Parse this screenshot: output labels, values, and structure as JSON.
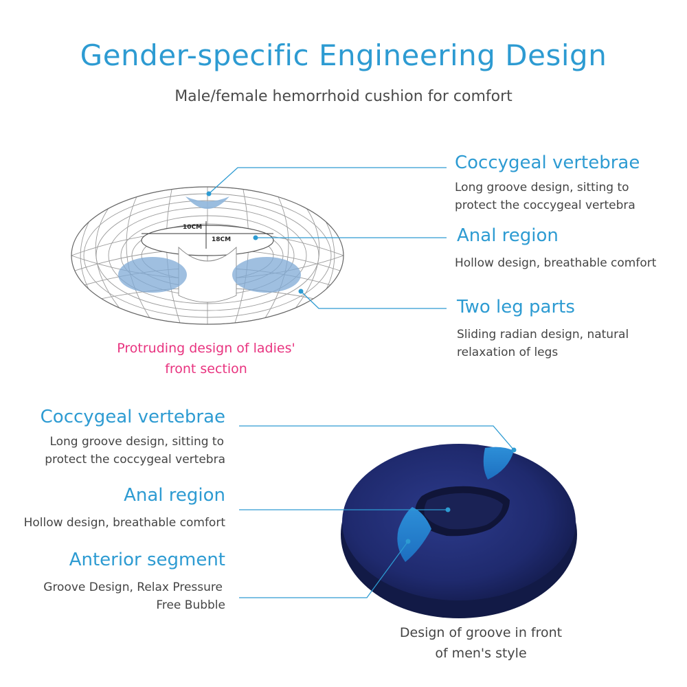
{
  "header": {
    "title": "Gender-specific Engineering Design",
    "subtitle": "Male/female hemorrhoid cushion for comfort"
  },
  "female": {
    "dim_width": "10CM",
    "dim_length": "18CM",
    "caption_line1": "Protruding design of ladies'",
    "caption_line2": "front section",
    "features": [
      {
        "title": "Coccygeal vertebrae",
        "desc_line1": "Long groove design, sitting to",
        "desc_line2": "protect the coccygeal vertebra"
      },
      {
        "title": "Anal region",
        "desc_line1": "Hollow design, breathable comfort",
        "desc_line2": ""
      },
      {
        "title": "Two leg parts",
        "desc_line1": "Sliding radian design, natural",
        "desc_line2": "relaxation of legs"
      }
    ]
  },
  "male": {
    "caption_line1": "Design of groove in front",
    "caption_line2": "of men's style",
    "features": [
      {
        "title": "Coccygeal vertebrae",
        "desc_line1": "Long groove design, sitting to",
        "desc_line2": "protect the coccygeal vertebra"
      },
      {
        "title": "Anal region",
        "desc_line1": "Hollow design, breathable comfort",
        "desc_line2": ""
      },
      {
        "title": "Anterior segment",
        "desc_line1": "Groove Design, Relax Pressure",
        "desc_line2": "Free Bubble"
      }
    ]
  },
  "colors": {
    "accent": "#2d9bd2",
    "pink_caption": "#e8337f",
    "cushion_navy": "#1f2a6e",
    "wireframe": "#9a9a9a"
  }
}
